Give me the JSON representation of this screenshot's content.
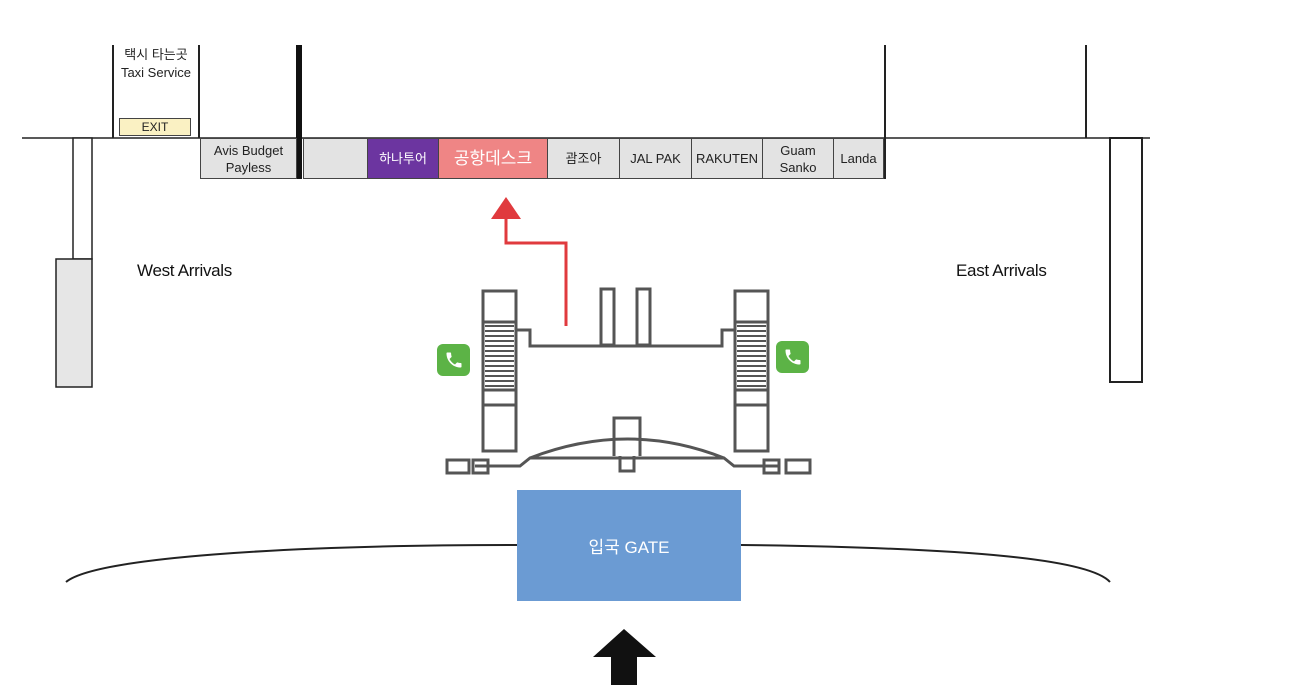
{
  "taxi": {
    "label_ko": "택시 타는곳",
    "label_en": "Taxi Service",
    "label": "택시 타는곳\nTaxi Service"
  },
  "exit": {
    "label": "EXIT"
  },
  "areas": {
    "west": "West Arrivals",
    "east": "East Arrivals"
  },
  "counters": [
    {
      "id": "avis",
      "label": "Avis Budget\nPayless",
      "bg": "#e3e3e3",
      "color": "#222222"
    },
    {
      "id": "blank",
      "label": "",
      "bg": "#e3e3e3",
      "color": "#222222"
    },
    {
      "id": "hanatour",
      "label": "하나투어",
      "bg": "#6c35a0",
      "color": "#ffffff"
    },
    {
      "id": "airport-desk",
      "label": "공항데스크",
      "bg": "#ef8585",
      "color": "#ffffff"
    },
    {
      "id": "gwangjoa",
      "label": "괌조아",
      "bg": "#e3e3e3",
      "color": "#222222"
    },
    {
      "id": "jalpak",
      "label": "JAL PAK",
      "bg": "#e3e3e3",
      "color": "#222222"
    },
    {
      "id": "rakuten",
      "label": "RAKUTEN",
      "bg": "#e3e3e3",
      "color": "#222222"
    },
    {
      "id": "guam-sanko",
      "label": "Guam\nSanko",
      "bg": "#e3e3e3",
      "color": "#222222"
    },
    {
      "id": "landa",
      "label": "Landa",
      "bg": "#e3e3e3",
      "color": "#222222"
    }
  ],
  "gate": {
    "label": "입국 GATE",
    "color": "#6b9bd3"
  },
  "icons": {
    "phone_left": "phone-icon",
    "phone_right": "phone-icon",
    "route_arrow": "red-route-arrow",
    "entry_arrow": "black-up-arrow"
  },
  "colors": {
    "route": "#e03a3e",
    "phone": "#5cb346",
    "highlight_desk": "#ef8585"
  }
}
